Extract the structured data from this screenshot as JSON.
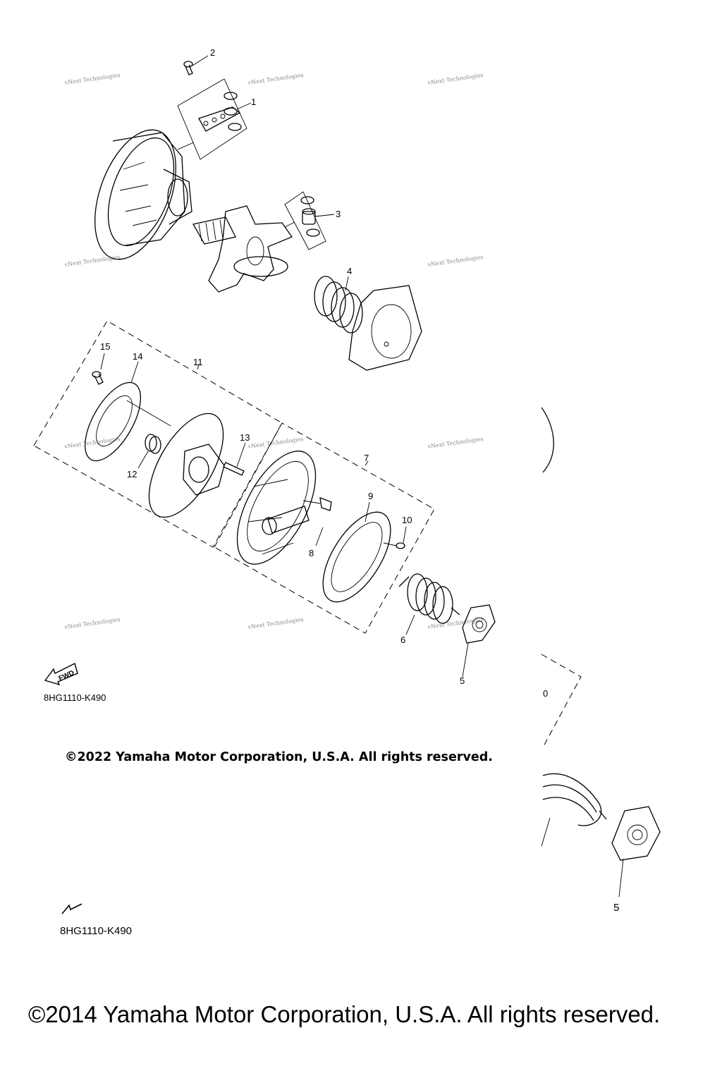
{
  "part_labels": {
    "p1": "1",
    "p2": "2",
    "p3": "3",
    "p4": "4",
    "p5": "5",
    "p6": "6",
    "p7": "7",
    "p8": "8",
    "p9": "9",
    "p10": "10",
    "p11": "11",
    "p12": "12",
    "p13": "13",
    "p14": "14",
    "p15": "15",
    "p5b": "5",
    "p0b": "0"
  },
  "watermark": "vNext Technologies",
  "fwd_label": "FWD",
  "reference_code": "8HG1110-K490",
  "copyright_2022": "©2022 Yamaha Motor Corporation, U.S.A. All rights reserved.",
  "copyright_2014": "©2014 Yamaha Motor Corporation, U.S.A. All rights reserved."
}
